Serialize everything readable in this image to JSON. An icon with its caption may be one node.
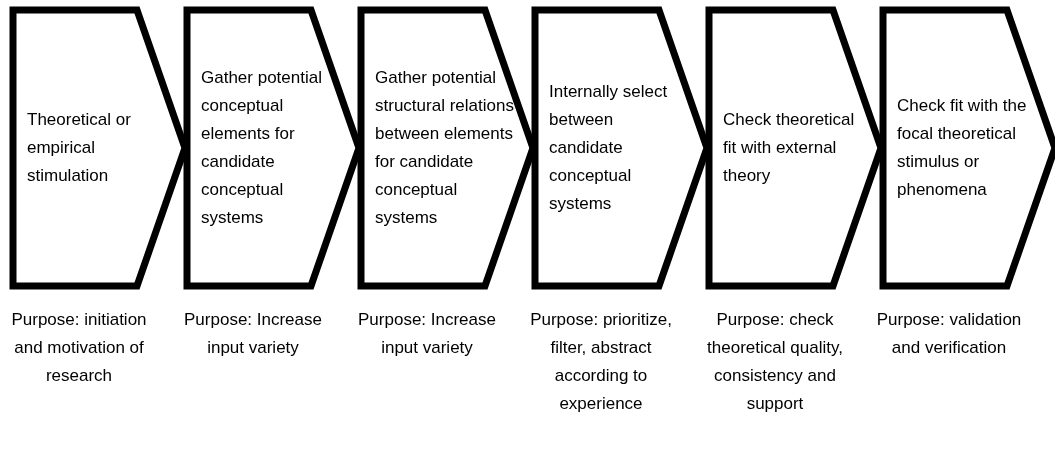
{
  "diagram": {
    "nodes": [
      {
        "text": [
          "Theoretical or empirical stimulation"
        ],
        "beside": [
          "Purpose: initiation and motivation of research"
        ]
      },
      {
        "text": [
          "Gather potential conceptual elements for candidate conceptual systems"
        ],
        "beside": [
          "Purpose: Increase input variety"
        ]
      },
      {
        "text": [
          "Gather potential structural relations between elements for candidate conceptual systems"
        ],
        "beside": [
          "Purpose: Increase input variety"
        ]
      },
      {
        "text": [
          "Internally select between candidate conceptual systems"
        ],
        "beside": [
          "Purpose: prioritize, filter, abstract according to experience"
        ]
      },
      {
        "text": [
          "Check theoretical fit with external theory"
        ],
        "beside": [
          "Purpose: check theoretical quality, consistency and support"
        ]
      },
      {
        "text": [
          "Check fit with the focal theoretical stimulus or phenomena"
        ],
        "beside": [
          "Purpose: validation and verification"
        ]
      }
    ]
  }
}
